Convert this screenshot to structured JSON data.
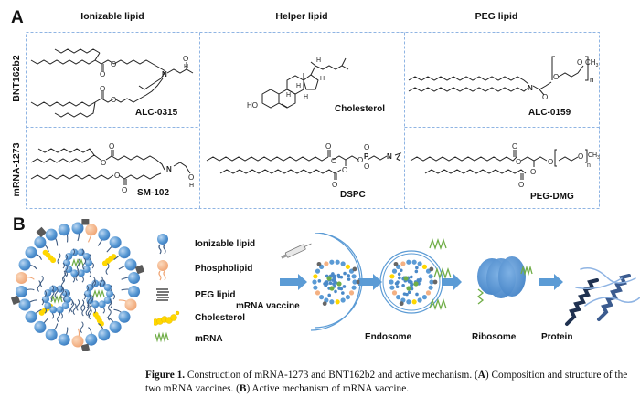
{
  "panel_a": {
    "letter": "A",
    "column_headers": [
      "Ionizable lipid",
      "Helper lipid",
      "PEG lipid"
    ],
    "row_labels": [
      "BNT162b2",
      "mRNA-1273"
    ],
    "compounds": {
      "bnt_ionizable": "ALC-0315",
      "helper_top": "Cholesterol",
      "bnt_peg": "ALC-0159",
      "mrna_ionizable": "SM-102",
      "helper_bottom": "DSPC",
      "mrna_peg": "PEG-DMG"
    },
    "atom_labels": {
      "oxygen": "O",
      "nitrogen": "N",
      "hydrogen": "H",
      "hydroxyl": "HO",
      "phosphorus": "P",
      "methyl": "CH3",
      "repeat": "n"
    },
    "box_border_color": "#8fb4e3"
  },
  "panel_b": {
    "letter": "B",
    "legend": [
      {
        "icon": "ionizable-lipid-icon",
        "label": "Ionizable lipid",
        "color": "#5b9bd5"
      },
      {
        "icon": "phospholipid-icon",
        "label": "Phospholipid",
        "color": "#f4b183"
      },
      {
        "icon": "peg-lipid-icon",
        "label": "PEG lipid",
        "color": "#595959"
      },
      {
        "icon": "cholesterol-icon",
        "label": "Cholesterol",
        "color": "#ffd700"
      },
      {
        "icon": "mrna-icon",
        "label": "mRNA",
        "color": "#70ad47"
      }
    ],
    "steps": {
      "vaccine": "mRNA vaccine",
      "endosome": "Endosome",
      "ribosome": "Ribosome",
      "protein": "Protein"
    },
    "arrow_color": "#5b9bd5"
  },
  "caption": {
    "label": "Figure 1.",
    "text_1": " Construction of mRNA-1273 and BNT162b2 and active mechanism. (",
    "bold_a": "A",
    "text_2": ") Composition and structure of the two mRNA vaccines. (",
    "bold_b": "B",
    "text_3": ") Active mechanism of mRNA vaccine."
  }
}
